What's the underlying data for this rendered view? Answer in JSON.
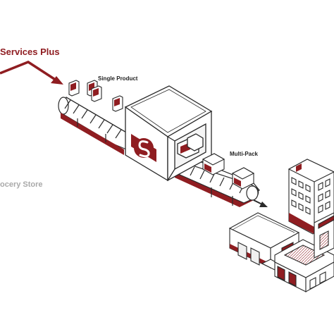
{
  "labels": {
    "services": "Services Plus",
    "single_product": "Single Product",
    "multi_pack": "Multi-Pack",
    "store": "ocery Store"
  },
  "colors": {
    "accent": "#8f1d21",
    "line": "#2a2a2a",
    "muted": "#a9a9a9",
    "fill_light": "#f7ebeb"
  },
  "icons": [
    "s-logo-icon",
    "arrow-icon"
  ]
}
